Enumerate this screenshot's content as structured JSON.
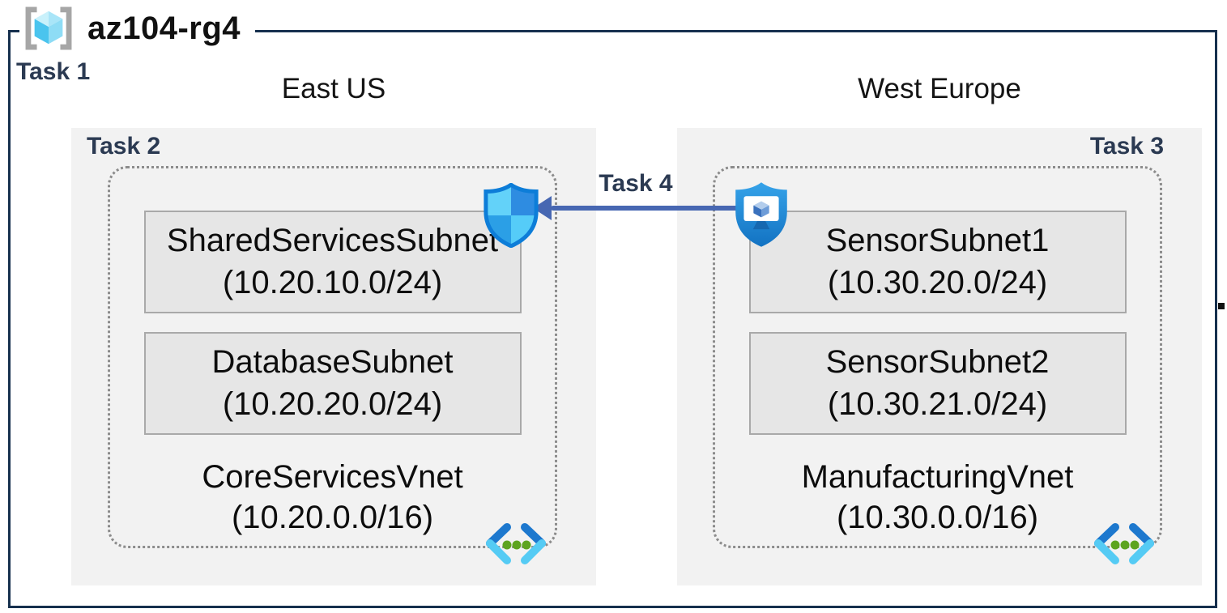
{
  "header": {
    "title": "az104-rg4",
    "task_label": "Task 1"
  },
  "regions": [
    {
      "heading": "East US",
      "task_label": "Task 2",
      "vnet": {
        "name": "CoreServicesVnet",
        "cidr": "(10.20.0.0/16)"
      },
      "subnets": [
        {
          "name": "SharedServicesSubnet",
          "cidr": "(10.20.10.0/24)"
        },
        {
          "name": "DatabaseSubnet",
          "cidr": "(10.20.20.0/24)"
        }
      ]
    },
    {
      "heading": "West Europe",
      "task_label": "Task 3",
      "vnet": {
        "name": "ManufacturingVnet",
        "cidr": "(10.30.0.0/16)"
      },
      "subnets": [
        {
          "name": "SensorSubnet1",
          "cidr": "(10.30.20.0/24)"
        },
        {
          "name": "SensorSubnet2",
          "cidr": "(10.30.21.0/24)"
        }
      ]
    }
  ],
  "peering": {
    "task_label": "Task 4",
    "direction": "west-to-east"
  },
  "icons": {
    "resource_group": "resource-group-icon",
    "security_shield": "security-shield-icon",
    "bastion_shield": "bastion-shield-icon",
    "virtual_network": "virtual-network-icon"
  },
  "colors": {
    "boundary_navy": "#16304e",
    "task_text": "#2b3a52",
    "panel_gray": "#f2f2f2",
    "subnet_fill": "#e6e6e6",
    "subnet_border": "#a9a9a9",
    "dotted_border": "#8c8c8c",
    "arrow_blue": "#4767b2",
    "shield_outline": "#0d7dd8",
    "shield_cyan_light": "#63d2f9",
    "shield_blue": "#2e8ce1",
    "bastion_blue": "#2492df",
    "vnet_chevron_dark": "#1d78ce",
    "vnet_chevron_light": "#55cbf4",
    "vnet_dot_green": "#5da41f",
    "rg_bracket_gray": "#a6a6a6",
    "rg_cube_cyan": "#4ac4ee"
  }
}
